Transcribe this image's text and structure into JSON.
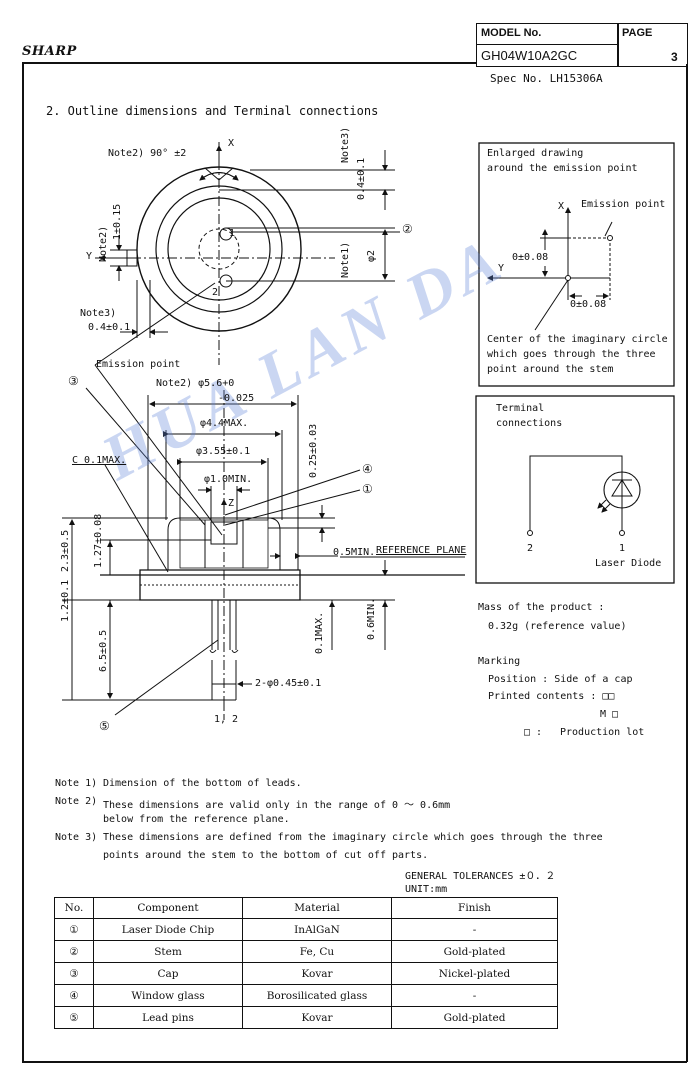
{
  "header": {
    "logo": "SHARP",
    "model_label": "MODEL No.",
    "model_value": "GH04W10A2GC",
    "page_label": "PAGE",
    "page_value": "3",
    "spec_no": "Spec No. LH15306A"
  },
  "section_title": "2. Outline dimensions and Terminal connections",
  "top_view": {
    "note2_angle": "Note2) 90°  ±2",
    "x_axis": "X",
    "y_axis": "Y",
    "note3_top": "Note3)",
    "note3_top_value": "0.4±0.1",
    "note2_left": "Note2)",
    "note2_left_value": "1±0.15",
    "note1": "Note1)",
    "phi2": "φ2",
    "note3_bottom": "Note3)",
    "note3_bottom_value": "0.4±0.1",
    "circle_2": "②",
    "pin_1": "1",
    "pin_2": "2",
    "emission_point": "Emission point"
  },
  "side_view": {
    "circle_3": "③",
    "circle_4": "④",
    "circle_1": "①",
    "circle_5": "⑤",
    "note2_phi": "Note2) φ5.6+0",
    "tolerance_minus": "-0.025",
    "phi44": "φ4.4MAX.",
    "phi355": "φ3.55±0.1",
    "phi10": "φ1.0MIN.",
    "c01": "C  0.1MAX.",
    "d025": "0.25±0.03",
    "z_axis": "Z",
    "d05min": "0.5MIN.",
    "ref_plane": "REFERENCE PLANE",
    "d23": "2.3±0.5",
    "d127": "1.27±0.08",
    "d12": "1.2±0.1",
    "d06min": "0.6MIN.",
    "d01max": "0.1MAX.",
    "d65": "6.5±0.5",
    "leads": "2-φ0.45±0.1",
    "lead_pins": "1, 2"
  },
  "enlarged": {
    "title_line1": "Enlarged drawing",
    "title_line2": "around the emission point",
    "x_axis": "X",
    "y_axis": "Y",
    "emission_point": "Emission point",
    "tol_y": "0±0.08",
    "tol_x": "0±0.08",
    "desc_line1": "Center of the imaginary circle",
    "desc_line2": "which goes through the three",
    "desc_line3": "point around the stem"
  },
  "terminal": {
    "title_line1": "Terminal",
    "title_line2": "connections",
    "pin2": "2",
    "pin1": "1",
    "device": "Laser Diode"
  },
  "mass": {
    "label": "Mass of the product :",
    "value": "0.32g (reference value)"
  },
  "marking": {
    "label": "Marking",
    "position": "Position : Side of a cap",
    "printed": "Printed contents : □□",
    "m_line": "M □",
    "lot_symbol": "□ :",
    "lot": "Production lot"
  },
  "notes": [
    {
      "label": "Note 1)",
      "text": "Dimension of the bottom of leads."
    },
    {
      "label": "Note 2)",
      "text": "These dimensions are valid only in the range of 0 ～ 0.6mm"
    },
    {
      "label": "",
      "text": "below from the reference plane."
    },
    {
      "label": "Note 3)",
      "text": "These dimensions are defined from the imaginary circle which goes through the three"
    },
    {
      "label": "",
      "text": "points around the stem to the bottom of cut off parts."
    }
  ],
  "tolerances": {
    "general": "GENERAL TOLERANCES ±０．２",
    "unit": "UNIT:mm"
  },
  "parts_table": {
    "headers": [
      "No.",
      "Component",
      "Material",
      "Finish"
    ],
    "rows": [
      [
        "①",
        "Laser Diode Chip",
        "InAlGaN",
        "-"
      ],
      [
        "②",
        "Stem",
        "Fe, Cu",
        "Gold-plated"
      ],
      [
        "③",
        "Cap",
        "Kovar",
        "Nickel-plated"
      ],
      [
        "④",
        "Window glass",
        "Borosilicated glass",
        "-"
      ],
      [
        "⑤",
        "Lead pins",
        "Kovar",
        "Gold-plated"
      ]
    ]
  },
  "watermark": "HUA LAN DA"
}
